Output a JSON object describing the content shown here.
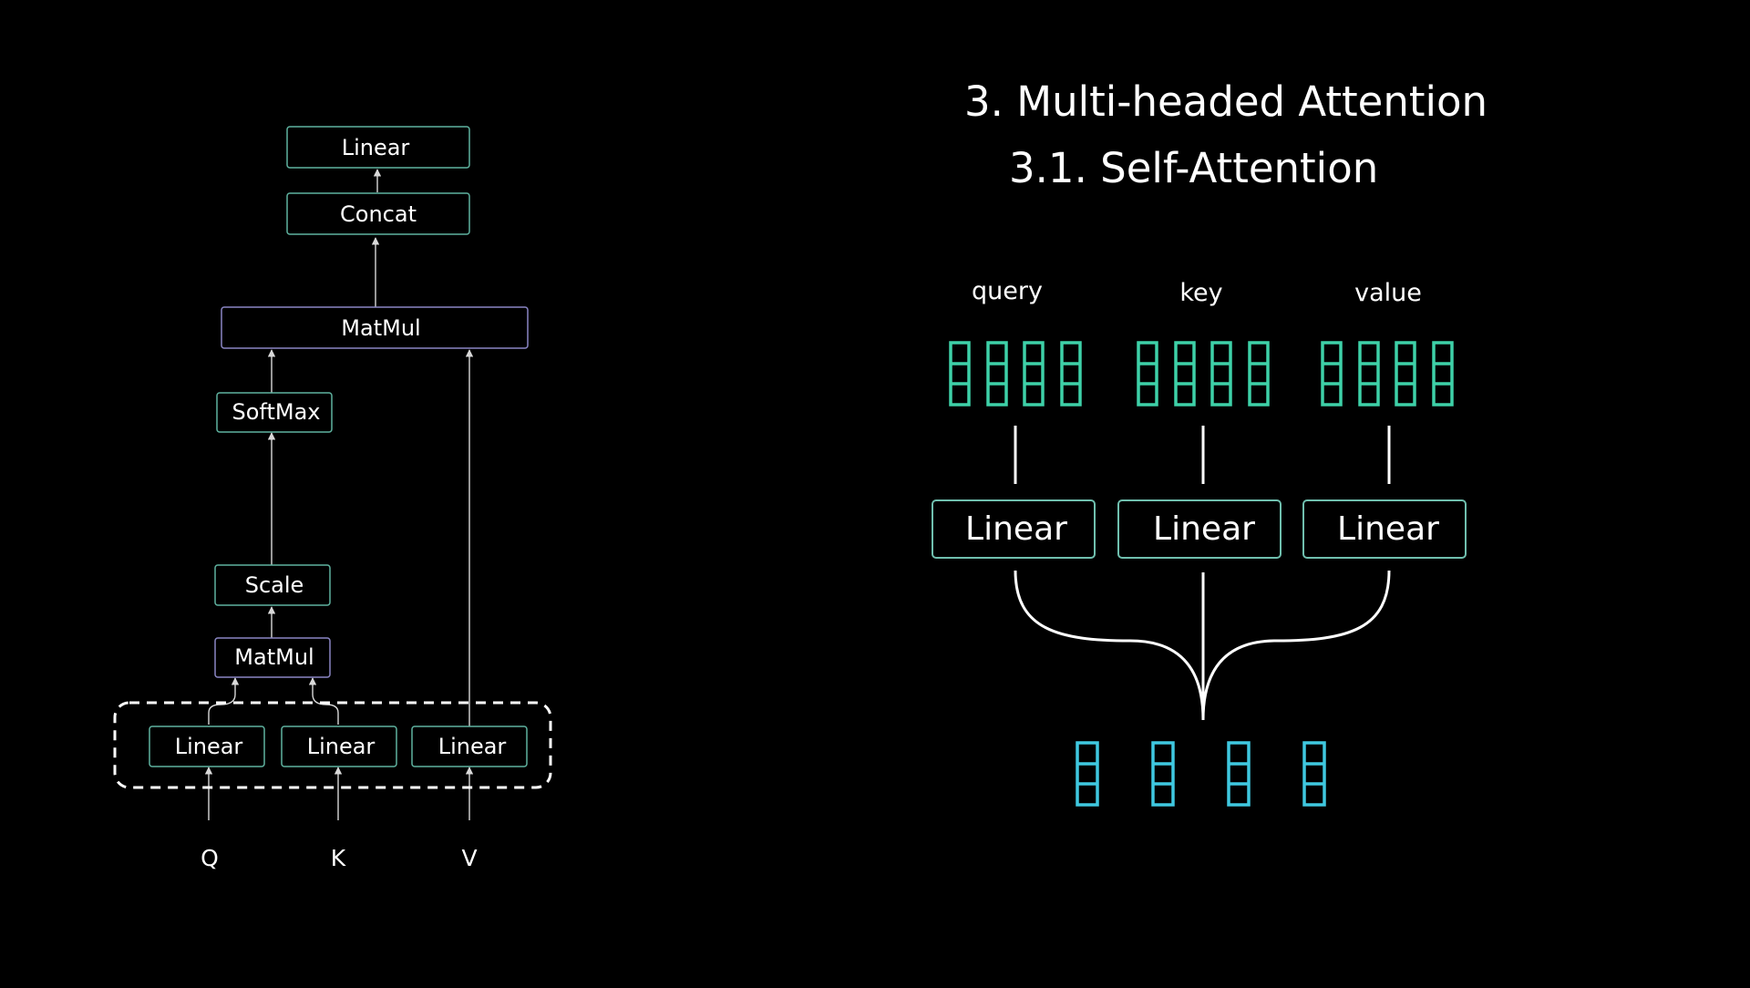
{
  "slide": {
    "title": "3. Multi-headed Attention",
    "subtitle": "3.1. Self-Attention"
  },
  "left_diagram": {
    "top_linear": "Linear",
    "concat": "Concat",
    "matmul_top": "MatMul",
    "softmax": "SoftMax",
    "scale": "Scale",
    "matmul_bottom": "MatMul",
    "linear_q": "Linear",
    "linear_k": "Linear",
    "linear_v": "Linear",
    "input_q": "Q",
    "input_k": "K",
    "input_v": "V"
  },
  "right_diagram": {
    "label_query": "query",
    "label_key": "key",
    "label_value": "value",
    "linear_query": "Linear",
    "linear_key": "Linear",
    "linear_value": "Linear",
    "colors": {
      "input_cells": "#3ed1a8",
      "output_cells": "#3fc8e0",
      "box_border": "#6fbfae"
    }
  }
}
